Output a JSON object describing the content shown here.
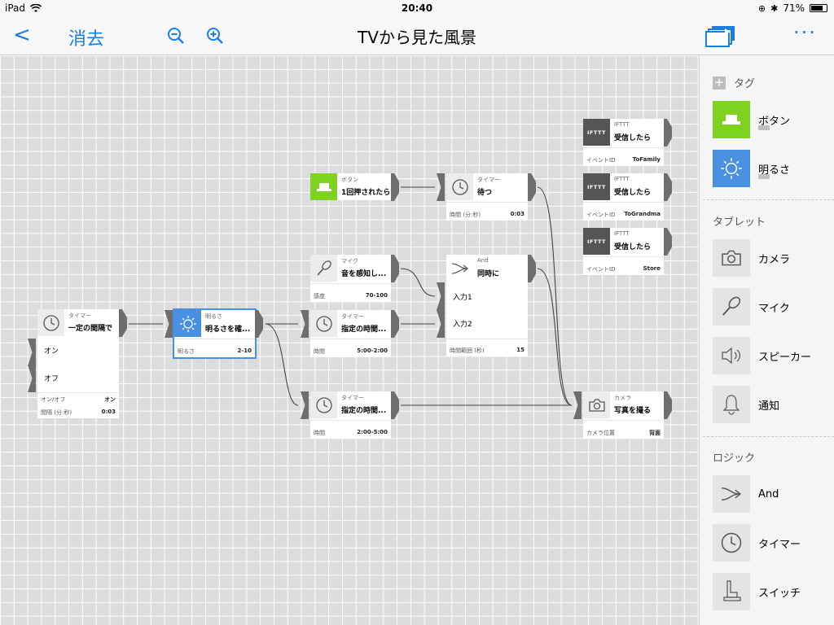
{
  "status": {
    "device": "iPad",
    "time": "20:40",
    "battery": "71%"
  },
  "nav": {
    "back": "<",
    "delete": "消去",
    "title": "TVから見た風景",
    "more": "···"
  },
  "nodes": {
    "timer1": {
      "type": "タイマー",
      "name": "一定の間隔で",
      "port1": "オン",
      "port2": "オフ",
      "prop1_label": "オン/オフ",
      "prop1_value": "オン",
      "prop2_label": "間隔 (分:秒)",
      "prop2_value": "0:03"
    },
    "bright": {
      "type": "明るさ",
      "name": "明るさを確...",
      "prop_label": "明るさ",
      "prop_value": "2-10"
    },
    "button": {
      "type": "ボタン",
      "name": "1回押されたら"
    },
    "mic": {
      "type": "マイク",
      "name": "音を感知し...",
      "prop_label": "感度",
      "prop_value": "70-100"
    },
    "timer2": {
      "type": "タイマー",
      "name": "指定の時間...",
      "prop_label": "時間",
      "prop_value": "5:00-2:00"
    },
    "timer3": {
      "type": "タイマー",
      "name": "指定の時間...",
      "prop_label": "時間",
      "prop_value": "2:00-5:00"
    },
    "wait": {
      "type": "タイマー",
      "name": "待つ",
      "prop_label": "時間 (分:秒)",
      "prop_value": "0:03"
    },
    "and": {
      "type": "And",
      "name": "同時に",
      "port1": "入力1",
      "port2": "入力2",
      "prop_label": "時間範囲 (秒)",
      "prop_value": "15"
    },
    "camera": {
      "type": "カメラ",
      "name": "写真を撮る",
      "prop_label": "カメラ位置",
      "prop_value": "背面"
    },
    "ifttt1": {
      "logo": "IFTTT",
      "type": "IFTTT",
      "name": "受信したら",
      "prop_label": "イベントID",
      "prop_value": "ToFamily"
    },
    "ifttt2": {
      "logo": "IFTTT",
      "type": "IFTTT",
      "name": "受信したら",
      "prop_label": "イベントID",
      "prop_value": "ToGrandma"
    },
    "ifttt3": {
      "logo": "IFTTT",
      "type": "IFTTT",
      "name": "受信したら",
      "prop_label": "イベントID",
      "prop_value": "Store"
    }
  },
  "sidebar": {
    "tag_header": "タグ",
    "tags": [
      {
        "label": "ボタン"
      },
      {
        "label": "明るさ"
      }
    ],
    "tablet_header": "タブレット",
    "tablet": [
      {
        "label": "カメラ"
      },
      {
        "label": "マイク"
      },
      {
        "label": "スピーカー"
      },
      {
        "label": "通知"
      }
    ],
    "logic_header": "ロジック",
    "logic": [
      {
        "label": "And"
      },
      {
        "label": "タイマー"
      },
      {
        "label": "スイッチ"
      }
    ]
  },
  "colors": {
    "accent": "#1a7fe0",
    "button_tag": "#7ed321",
    "bright_tag": "#4a90e2"
  }
}
